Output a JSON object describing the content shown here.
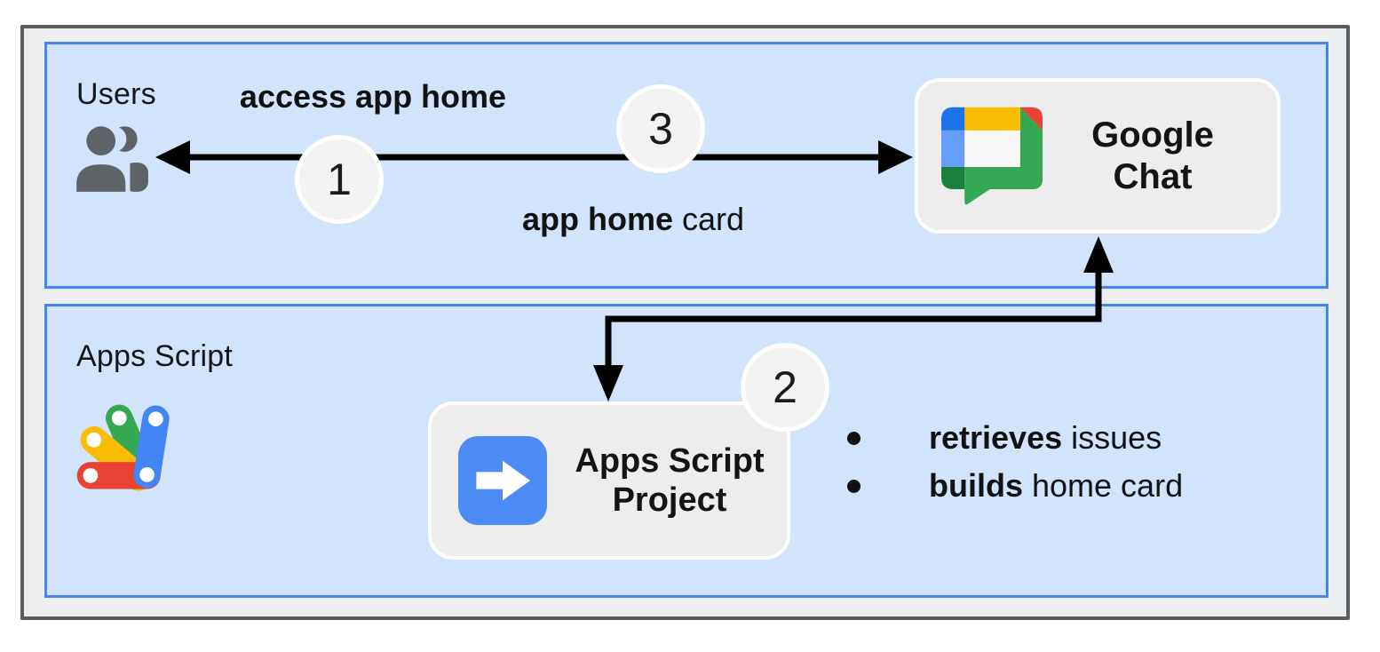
{
  "diagram": {
    "title_semantic": "Google Chat app home flow diagram",
    "palette": {
      "lane_bg": "#d2e3fc",
      "lane_border": "#4285f4",
      "frame_bg": "#edeef0",
      "frame_border": "#5b5e61",
      "card_bg": "#ededed",
      "card_border": "#ffffff",
      "arrow_color": "#000000",
      "badge_bg": "#f3f3f3",
      "asp_icon_blue": "#4c8bf4",
      "users_icon_gray": "#5f6368",
      "chat_logo": [
        "#1a73e8",
        "#669df6",
        "#188038",
        "#34a853",
        "#fbbc04",
        "#ea4335"
      ],
      "apps_script_logo": [
        "#ea4335",
        "#fbbc04",
        "#34a853",
        "#4285f4"
      ]
    },
    "lanes": {
      "users": {
        "label": "Users"
      },
      "apps_script": {
        "label": "Apps Script"
      }
    },
    "nodes": {
      "google_chat": {
        "label": "Google Chat"
      },
      "apps_script_project": {
        "label": "Apps Script Project"
      }
    },
    "edge_labels": {
      "request": {
        "bold": "access app home"
      },
      "response": {
        "bold": "app home",
        "rest": " card"
      }
    },
    "steps": {
      "one": "1",
      "two": "2",
      "three": "3"
    },
    "bullets": [
      {
        "bold": "retrieves",
        "rest": " issues"
      },
      {
        "bold": "builds",
        "rest": " home card"
      }
    ],
    "icons": {
      "users": "users-people-icon",
      "google_chat": "google-chat-logo",
      "apps_script": "apps-script-logo",
      "asp_arrow": "arrow-right-icon"
    }
  }
}
